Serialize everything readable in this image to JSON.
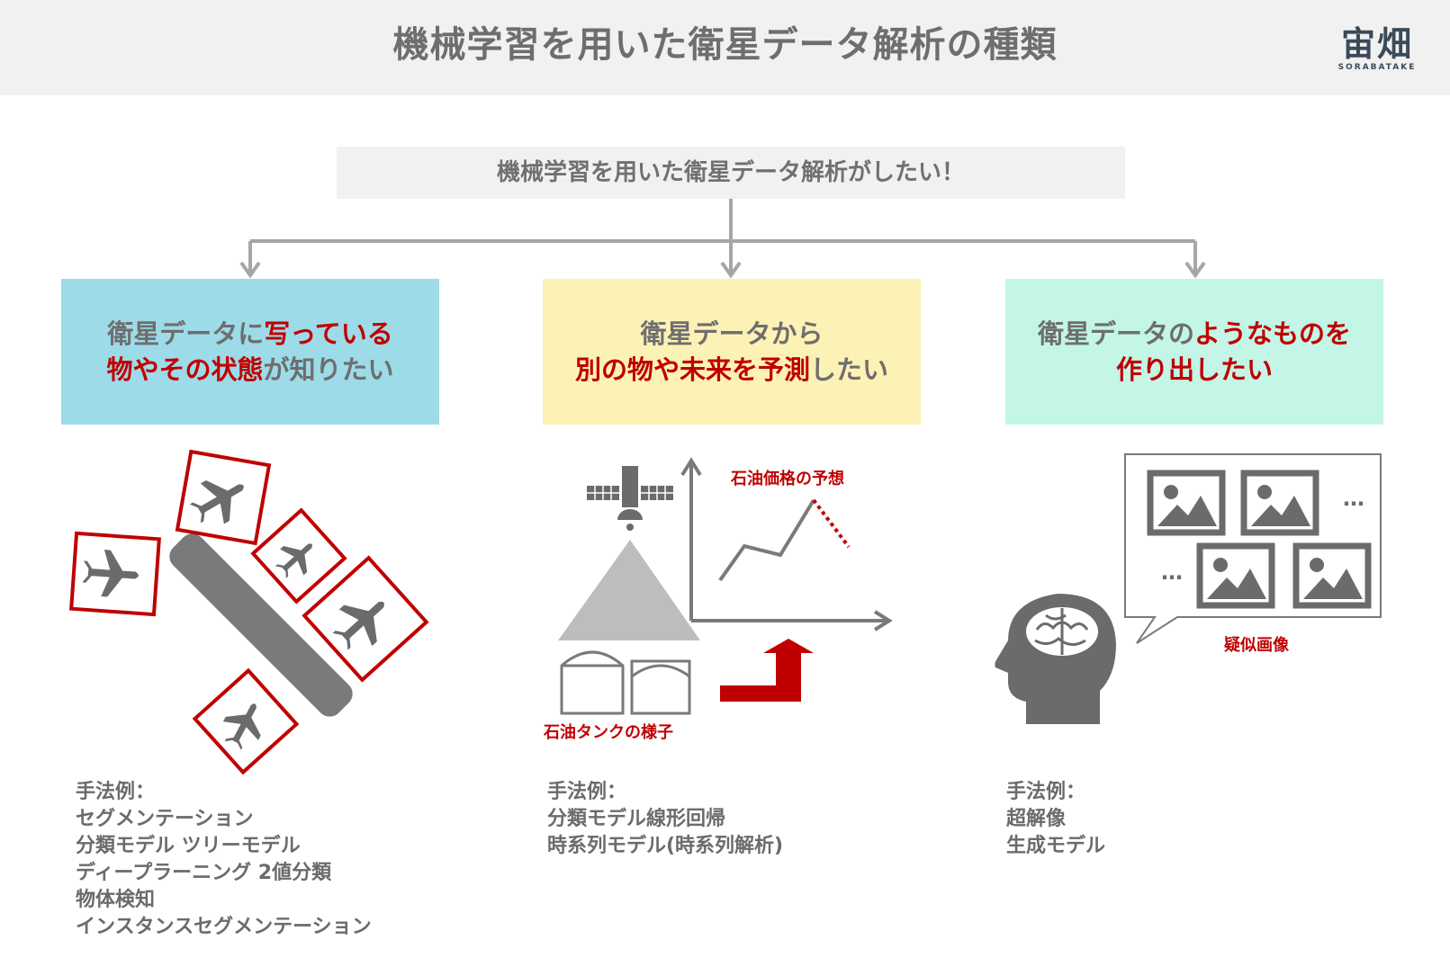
{
  "header": {
    "title": "機械学習を用いた衛星データ解析の種類",
    "logo_main": "宙畑",
    "logo_sub": "SORABATAKE"
  },
  "root": {
    "label": "機械学習を用いた衛星データ解析がしたい！"
  },
  "categories": [
    {
      "line1": [
        {
          "text": "衛星データに",
          "hl": false
        },
        {
          "text": "写っている",
          "hl": true
        }
      ],
      "line2": [
        {
          "text": "物やその状態",
          "hl": true
        },
        {
          "text": "が知りたい",
          "hl": false
        }
      ],
      "methods_title": "手法例：",
      "methods": [
        "セグメンテーション",
        "分類モデル ツリーモデル",
        "ディープラーニング 2値分類",
        "物体検知",
        "インスタンスセグメンテーション"
      ]
    },
    {
      "line1": [
        {
          "text": "衛星データから",
          "hl": false
        }
      ],
      "line2": [
        {
          "text": "別の物や未来を予測",
          "hl": true
        },
        {
          "text": "したい",
          "hl": false
        }
      ],
      "methods_title": "手法例：",
      "methods": [
        "分類モデル線形回帰",
        "時系列モデル(時系列解析)"
      ],
      "illus_labels": {
        "tank": "石油タンクの様子",
        "price": "石油価格の予想"
      }
    },
    {
      "line1": [
        {
          "text": "衛星データの",
          "hl": false
        },
        {
          "text": "ようなものを",
          "hl": true
        }
      ],
      "line2": [
        {
          "text": "作り出したい",
          "hl": true
        }
      ],
      "methods_title": "手法例：",
      "methods": [
        "超解像",
        "生成モデル"
      ],
      "illus_labels": {
        "generated": "疑似画像",
        "ellipsis": "…"
      }
    }
  ],
  "colors": {
    "accent_red": "#c00000",
    "text_gray": "#6e6e6e",
    "cat1_bg": "#9ddbe8",
    "cat2_bg": "#fdf2b5",
    "cat3_bg": "#c3f6e6",
    "header_bg": "#f1f1f1"
  },
  "icons": [
    "airplane-icon",
    "satellite-icon",
    "oil-tank-icon",
    "brain-head-icon",
    "image-placeholder-icon",
    "arrow-up-icon"
  ]
}
